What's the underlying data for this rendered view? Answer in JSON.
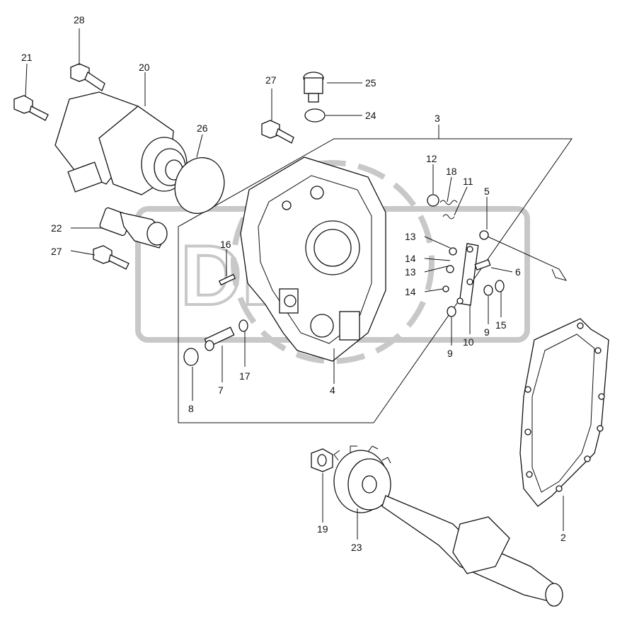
{
  "callouts": {
    "c2": "2",
    "c3": "3",
    "c4": "4",
    "c5": "5",
    "c6": "6",
    "c7": "7",
    "c8": "8",
    "c9a": "9",
    "c9b": "9",
    "c10": "10",
    "c11": "11",
    "c12": "12",
    "c13a": "13",
    "c13b": "13",
    "c14a": "14",
    "c14b": "14",
    "c15": "15",
    "c16": "16",
    "c17": "17",
    "c18": "18",
    "c19": "19",
    "c20": "20",
    "c21": "21",
    "c22": "22",
    "c23": "23",
    "c24": "24",
    "c25": "25",
    "c26": "26",
    "c27a": "27",
    "c27b": "27",
    "c28": "28"
  },
  "watermark": {
    "text": "DEX"
  }
}
